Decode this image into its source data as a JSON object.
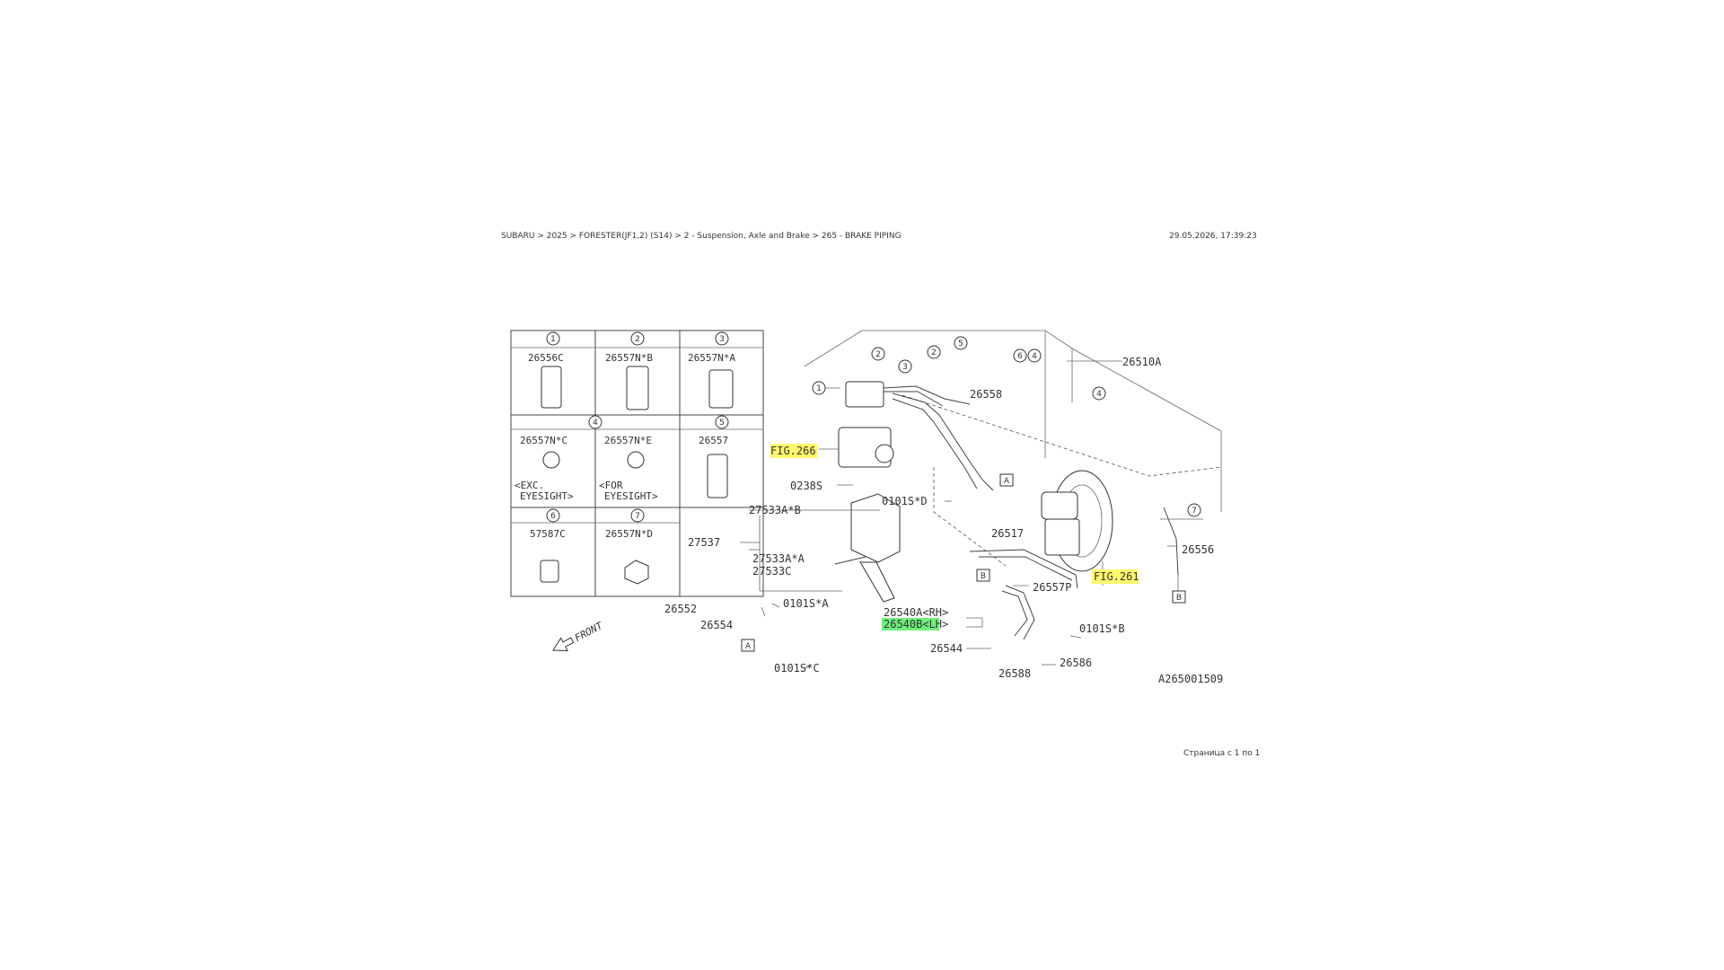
{
  "header": {
    "breadcrumb": "SUBARU > 2025 > FORESTER(JF1,2) (S14) > 2 - Suspension, Axle and Brake > 265 - BRAKE PIPING",
    "timestamp": "29.05.2026, 17:39:23"
  },
  "footer": {
    "page_info": "Страница с 1 по 1"
  },
  "legend": {
    "cells": [
      {
        "num": "1",
        "part": "26556C"
      },
      {
        "num": "2",
        "part": "26557N*B"
      },
      {
        "num": "3",
        "part": "26557N*A"
      },
      {
        "num": "4",
        "part_a": "26557N*C",
        "note_a1": "<EXC.",
        "note_a2": "EYESIGHT>",
        "part_b": "26557N*E",
        "note_b1": "<FOR",
        "note_b2": "EYESIGHT>"
      },
      {
        "num": "5",
        "part": "26557"
      },
      {
        "num": "6",
        "part": "57587C"
      },
      {
        "num": "7",
        "part": "26557N*D"
      }
    ]
  },
  "diagram": {
    "labels": {
      "p26510A": "26510A",
      "p26558_top": "26558",
      "fig266": "FIG.266",
      "p0238S": "0238S",
      "p0101S_D": "0101S*D",
      "p27533A_B": "27533A*B",
      "p27537": "27537",
      "p27533A_A": "27533A*A",
      "p27533C": "27533C",
      "p26517": "26517",
      "fig261": "FIG.261",
      "p26556": "26556",
      "p26557P": "26557P",
      "p26540A": "26540A<RH>",
      "p26540B": "26540B<LH>",
      "p0101S_B": "0101S*B",
      "p26552": "26552",
      "p26554": "26554",
      "p0101S_A": "0101S*A",
      "p0101S_C": "0101S*C",
      "p26544": "26544",
      "p26588": "26588",
      "p26586": "26586",
      "front": "FRONT",
      "ref_code": "A265001509",
      "box_a": "A",
      "box_b": "B"
    },
    "callouts": [
      "1",
      "2",
      "3",
      "2",
      "5",
      "6",
      "4",
      "4",
      "7"
    ],
    "highlight_colors": {
      "yellow": "#fff96b",
      "green": "#6ef07a"
    }
  }
}
